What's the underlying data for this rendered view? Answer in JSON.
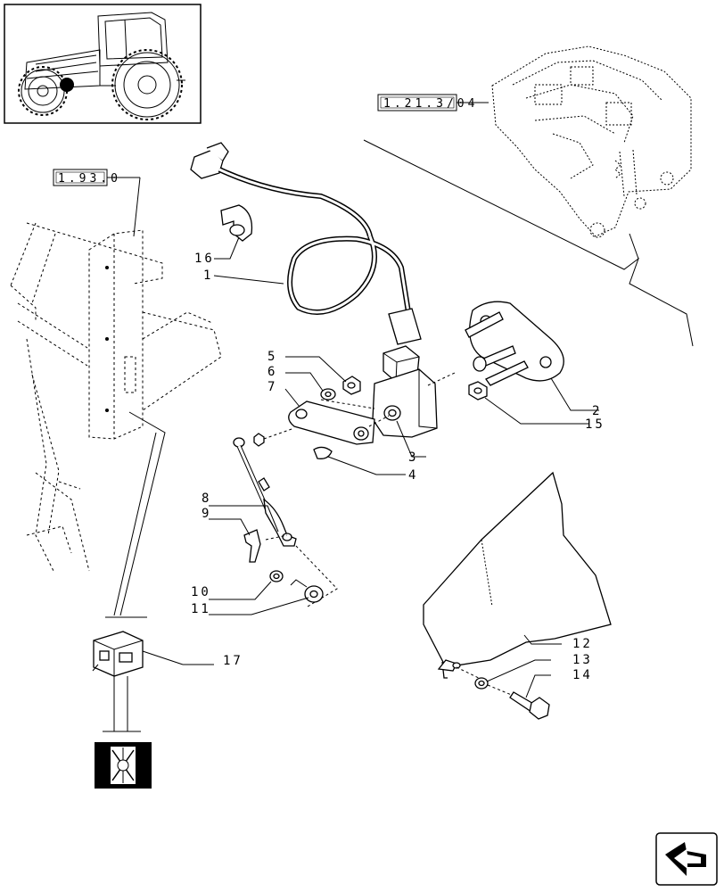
{
  "references": {
    "frame_ref": "1.21.3/04",
    "column_ref": "1.93.0"
  },
  "callouts": [
    {
      "id": "c1",
      "label": "1"
    },
    {
      "id": "c2",
      "label": "2"
    },
    {
      "id": "c3",
      "label": "3"
    },
    {
      "id": "c4",
      "label": "4"
    },
    {
      "id": "c5",
      "label": "5"
    },
    {
      "id": "c6",
      "label": "6"
    },
    {
      "id": "c7",
      "label": "7"
    },
    {
      "id": "c8",
      "label": "8"
    },
    {
      "id": "c9",
      "label": "9"
    },
    {
      "id": "c10",
      "label": "10"
    },
    {
      "id": "c11",
      "label": "11"
    },
    {
      "id": "c12",
      "label": "12"
    },
    {
      "id": "c13",
      "label": "13"
    },
    {
      "id": "c14",
      "label": "14"
    },
    {
      "id": "c15",
      "label": "15"
    },
    {
      "id": "c16",
      "label": "16"
    },
    {
      "id": "c17",
      "label": "17"
    }
  ],
  "icons": {
    "thumbnail": "tractor-thumbnail-icon",
    "switch_symbol": "switch-symbol-icon",
    "nav": "navigation-arrow-icon"
  }
}
